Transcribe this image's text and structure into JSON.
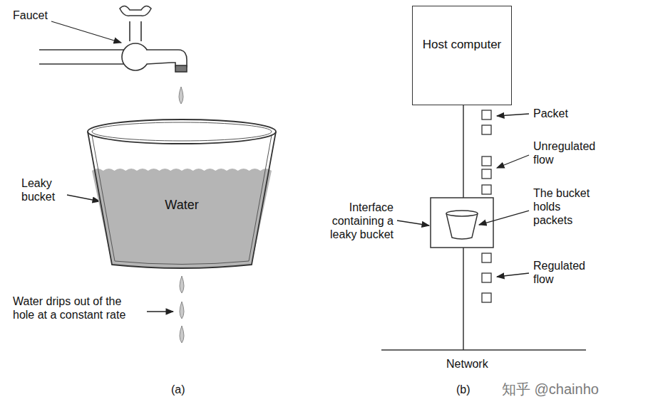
{
  "diagram": {
    "nodes": [
      {
        "text": [
          "Water"
        ]
      },
      {
        "text": [
          "Host computer"
        ]
      }
    ],
    "labels": [
      "Faucet",
      "Leaky bucket",
      "Water drips out of the hole at a constant rate",
      "(a)",
      "Packet",
      "Unregulated flow",
      "The bucket holds packets",
      "Interface containing a leaky bucket",
      "Regulated flow",
      "Network",
      "(b)",
      "知乎 @chainho"
    ]
  }
}
